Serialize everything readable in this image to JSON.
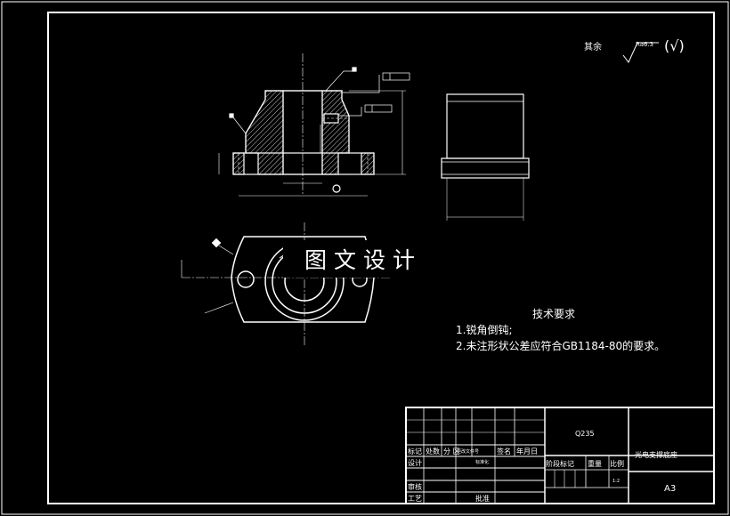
{
  "roughness": {
    "rest_label": "其余",
    "value": "Ra6.3",
    "check_mark": "(√)"
  },
  "watermark": "图文设计",
  "technical_requirements": {
    "title": "技术要求",
    "items": [
      "1.锐角倒钝;",
      "2.未注形状公差应符合GB1184-80的要求。"
    ]
  },
  "title_block": {
    "material": "Q235",
    "part_name": "光电支撑底座",
    "sheet_size": "A3",
    "scale": "1:2",
    "headers": {
      "mark": "标记",
      "count": "处数",
      "zone": "分 区",
      "change_doc": "更改文件号",
      "signature": "签名",
      "date": "年月日",
      "design": "设计",
      "standardize": "标准化",
      "stage_mark": "阶段标记",
      "weight": "重量",
      "scale_label": "比例",
      "review": "审核",
      "process": "工艺",
      "approve": "批准"
    }
  }
}
